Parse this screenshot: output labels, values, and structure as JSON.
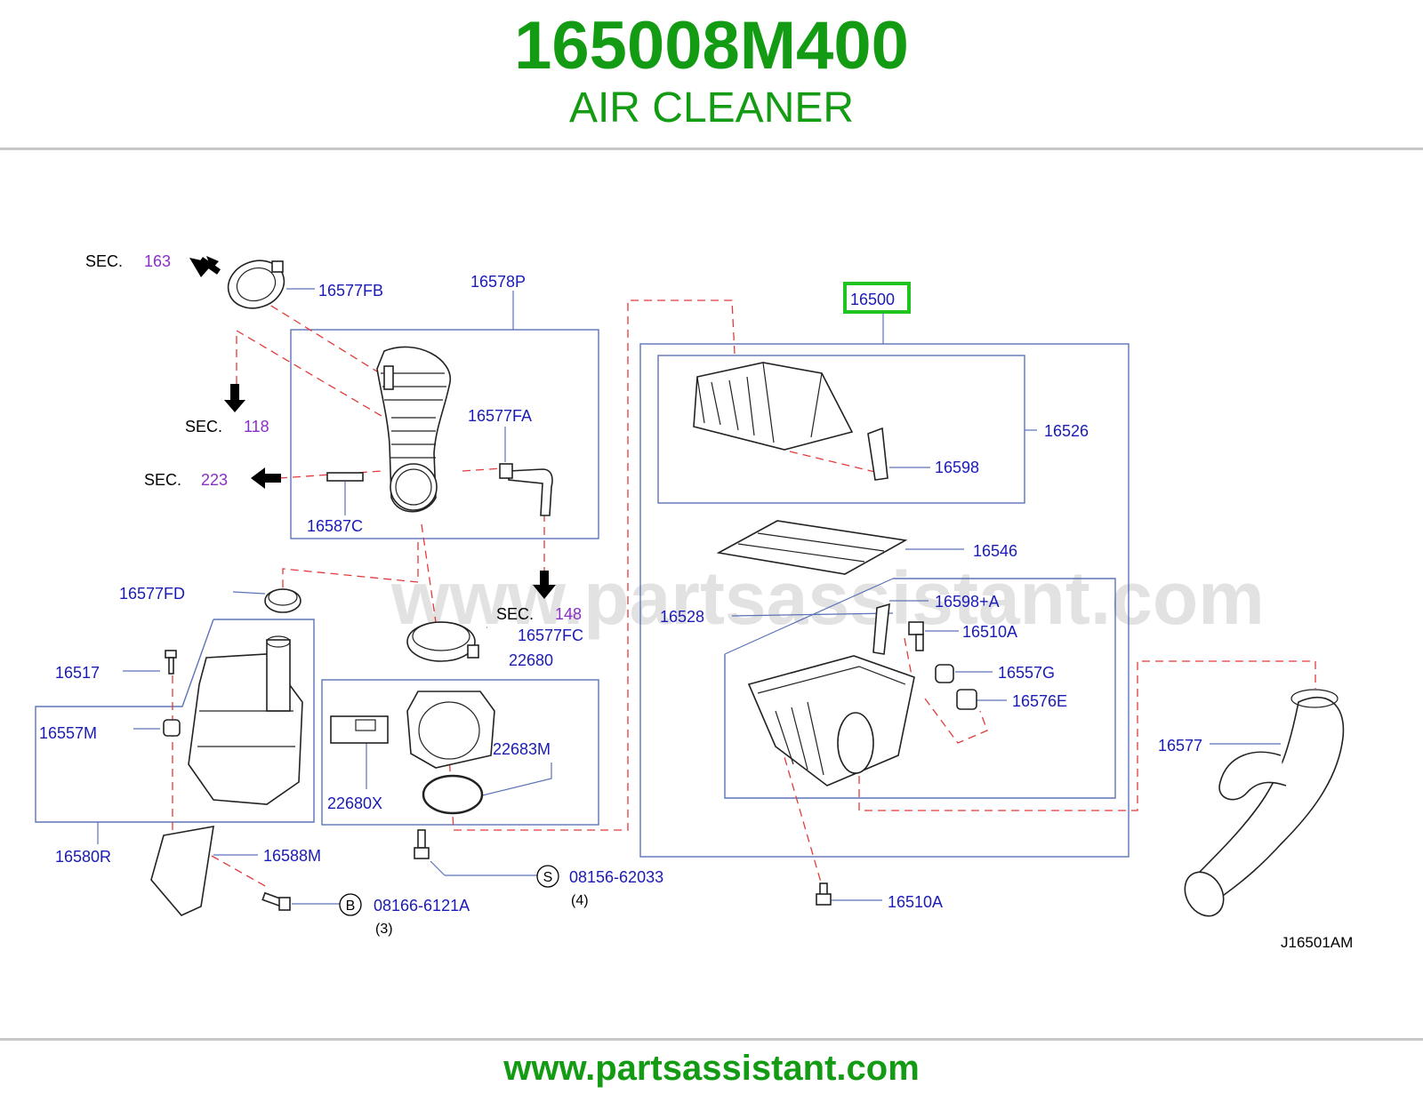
{
  "header": {
    "part_number": "165008M400",
    "title": "AIR CLEANER"
  },
  "footer": {
    "url": "www.partsassistant.com"
  },
  "watermark": "www.partsassistant.com",
  "diagram_code": "J16501AM",
  "sections": [
    {
      "prefix": "SEC.",
      "number": "163"
    },
    {
      "prefix": "SEC.",
      "number": "118"
    },
    {
      "prefix": "SEC.",
      "number": "223"
    },
    {
      "prefix": "SEC.",
      "number": "148"
    }
  ],
  "parts": {
    "p16500": "16500",
    "p16526": "16526",
    "p16598": "16598",
    "p16546": "16546",
    "p16528": "16528",
    "p16598A": "16598+A",
    "p16510A_top": "16510A",
    "p16557G": "16557G",
    "p16576E": "16576E",
    "p16577": "16577",
    "p16510A_bottom": "16510A",
    "p16577FB": "16577FB",
    "p16578P": "16578P",
    "p16577FA": "16577FA",
    "p16587C": "16587C",
    "p16577FD": "16577FD",
    "p16577FC": "16577FC",
    "p22680": "22680",
    "p22683M": "22683M",
    "p22680X": "22680X",
    "p16517": "16517",
    "p16557M": "16557M",
    "p16580R": "16580R",
    "p16588M": "16588M"
  },
  "fasteners": [
    {
      "symbol": "S",
      "part": "08156-62033",
      "qty": "(4)"
    },
    {
      "symbol": "B",
      "part": "08166-6121A",
      "qty": "(3)"
    }
  ],
  "colors": {
    "brand_green": "#139b13",
    "label_blue": "#1a1ab8",
    "section_purple": "#8a2fc9",
    "dash_red": "#e23b3b",
    "highlight": "#1fc41f"
  }
}
